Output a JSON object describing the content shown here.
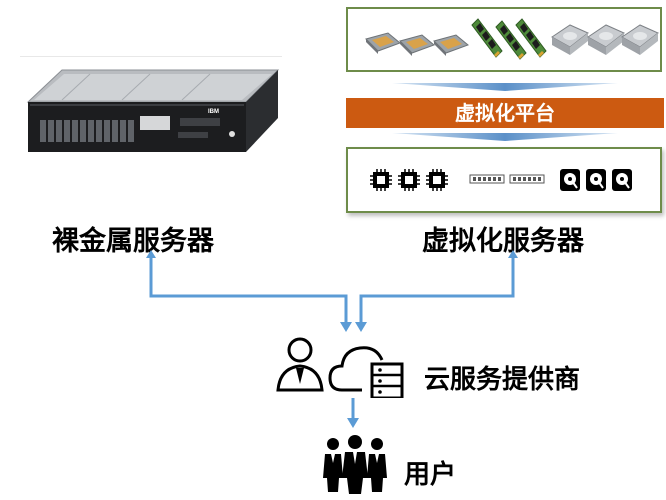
{
  "labels": {
    "bare_metal": "裸金属服务器",
    "virtual": "虚拟化服务器",
    "platform": "虚拟化平台",
    "cloud_provider": "云服务提供商",
    "user": "用户"
  },
  "server_brand": "IBM",
  "colors": {
    "connector": "#5b9bd5",
    "platform_bar": "#cc5a11",
    "box_border": "#6e8c4a"
  },
  "icons": {
    "hardware": [
      "cpu-chip-icon",
      "cpu-chip-icon",
      "cpu-chip-icon",
      "ram-stick-icon",
      "ram-stick-icon",
      "ram-stick-icon",
      "hard-drive-icon",
      "hard-drive-icon",
      "hard-drive-icon"
    ],
    "virtual": [
      "virtual-cpu-icon",
      "virtual-cpu-icon",
      "virtual-cpu-icon",
      "virtual-ram-icon",
      "virtual-ram-icon",
      "virtual-disk-icon",
      "virtual-disk-icon",
      "virtual-disk-icon"
    ],
    "cloud_provider": [
      "person-icon",
      "cloud-server-icon"
    ],
    "user": "user-group-icon"
  }
}
